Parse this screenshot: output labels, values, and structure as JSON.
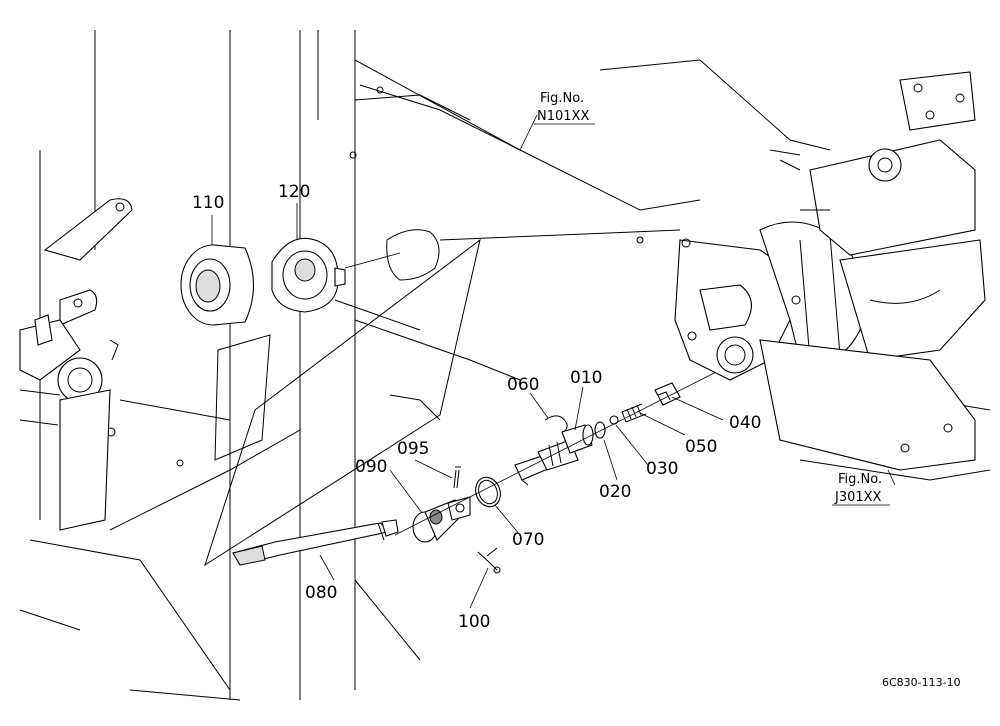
{
  "parts": [
    {
      "id": "p010",
      "number": "010"
    },
    {
      "id": "p020",
      "number": "020"
    },
    {
      "id": "p030",
      "number": "030"
    },
    {
      "id": "p040",
      "number": "040"
    },
    {
      "id": "p050",
      "number": "050"
    },
    {
      "id": "p060",
      "number": "060"
    },
    {
      "id": "p070",
      "number": "070"
    },
    {
      "id": "p080",
      "number": "080"
    },
    {
      "id": "p090",
      "number": "090"
    },
    {
      "id": "p095",
      "number": "095"
    },
    {
      "id": "p100",
      "number": "100"
    },
    {
      "id": "p110",
      "number": "110"
    },
    {
      "id": "p120",
      "number": "120"
    }
  ],
  "figure_refs": [
    {
      "id": "ref_n101",
      "label": "Fig.No.",
      "code": "N101XX"
    },
    {
      "id": "ref_j301",
      "label": "Fig.No.",
      "code": "J301XX"
    }
  ],
  "diagram_code": "6C830-113-10"
}
